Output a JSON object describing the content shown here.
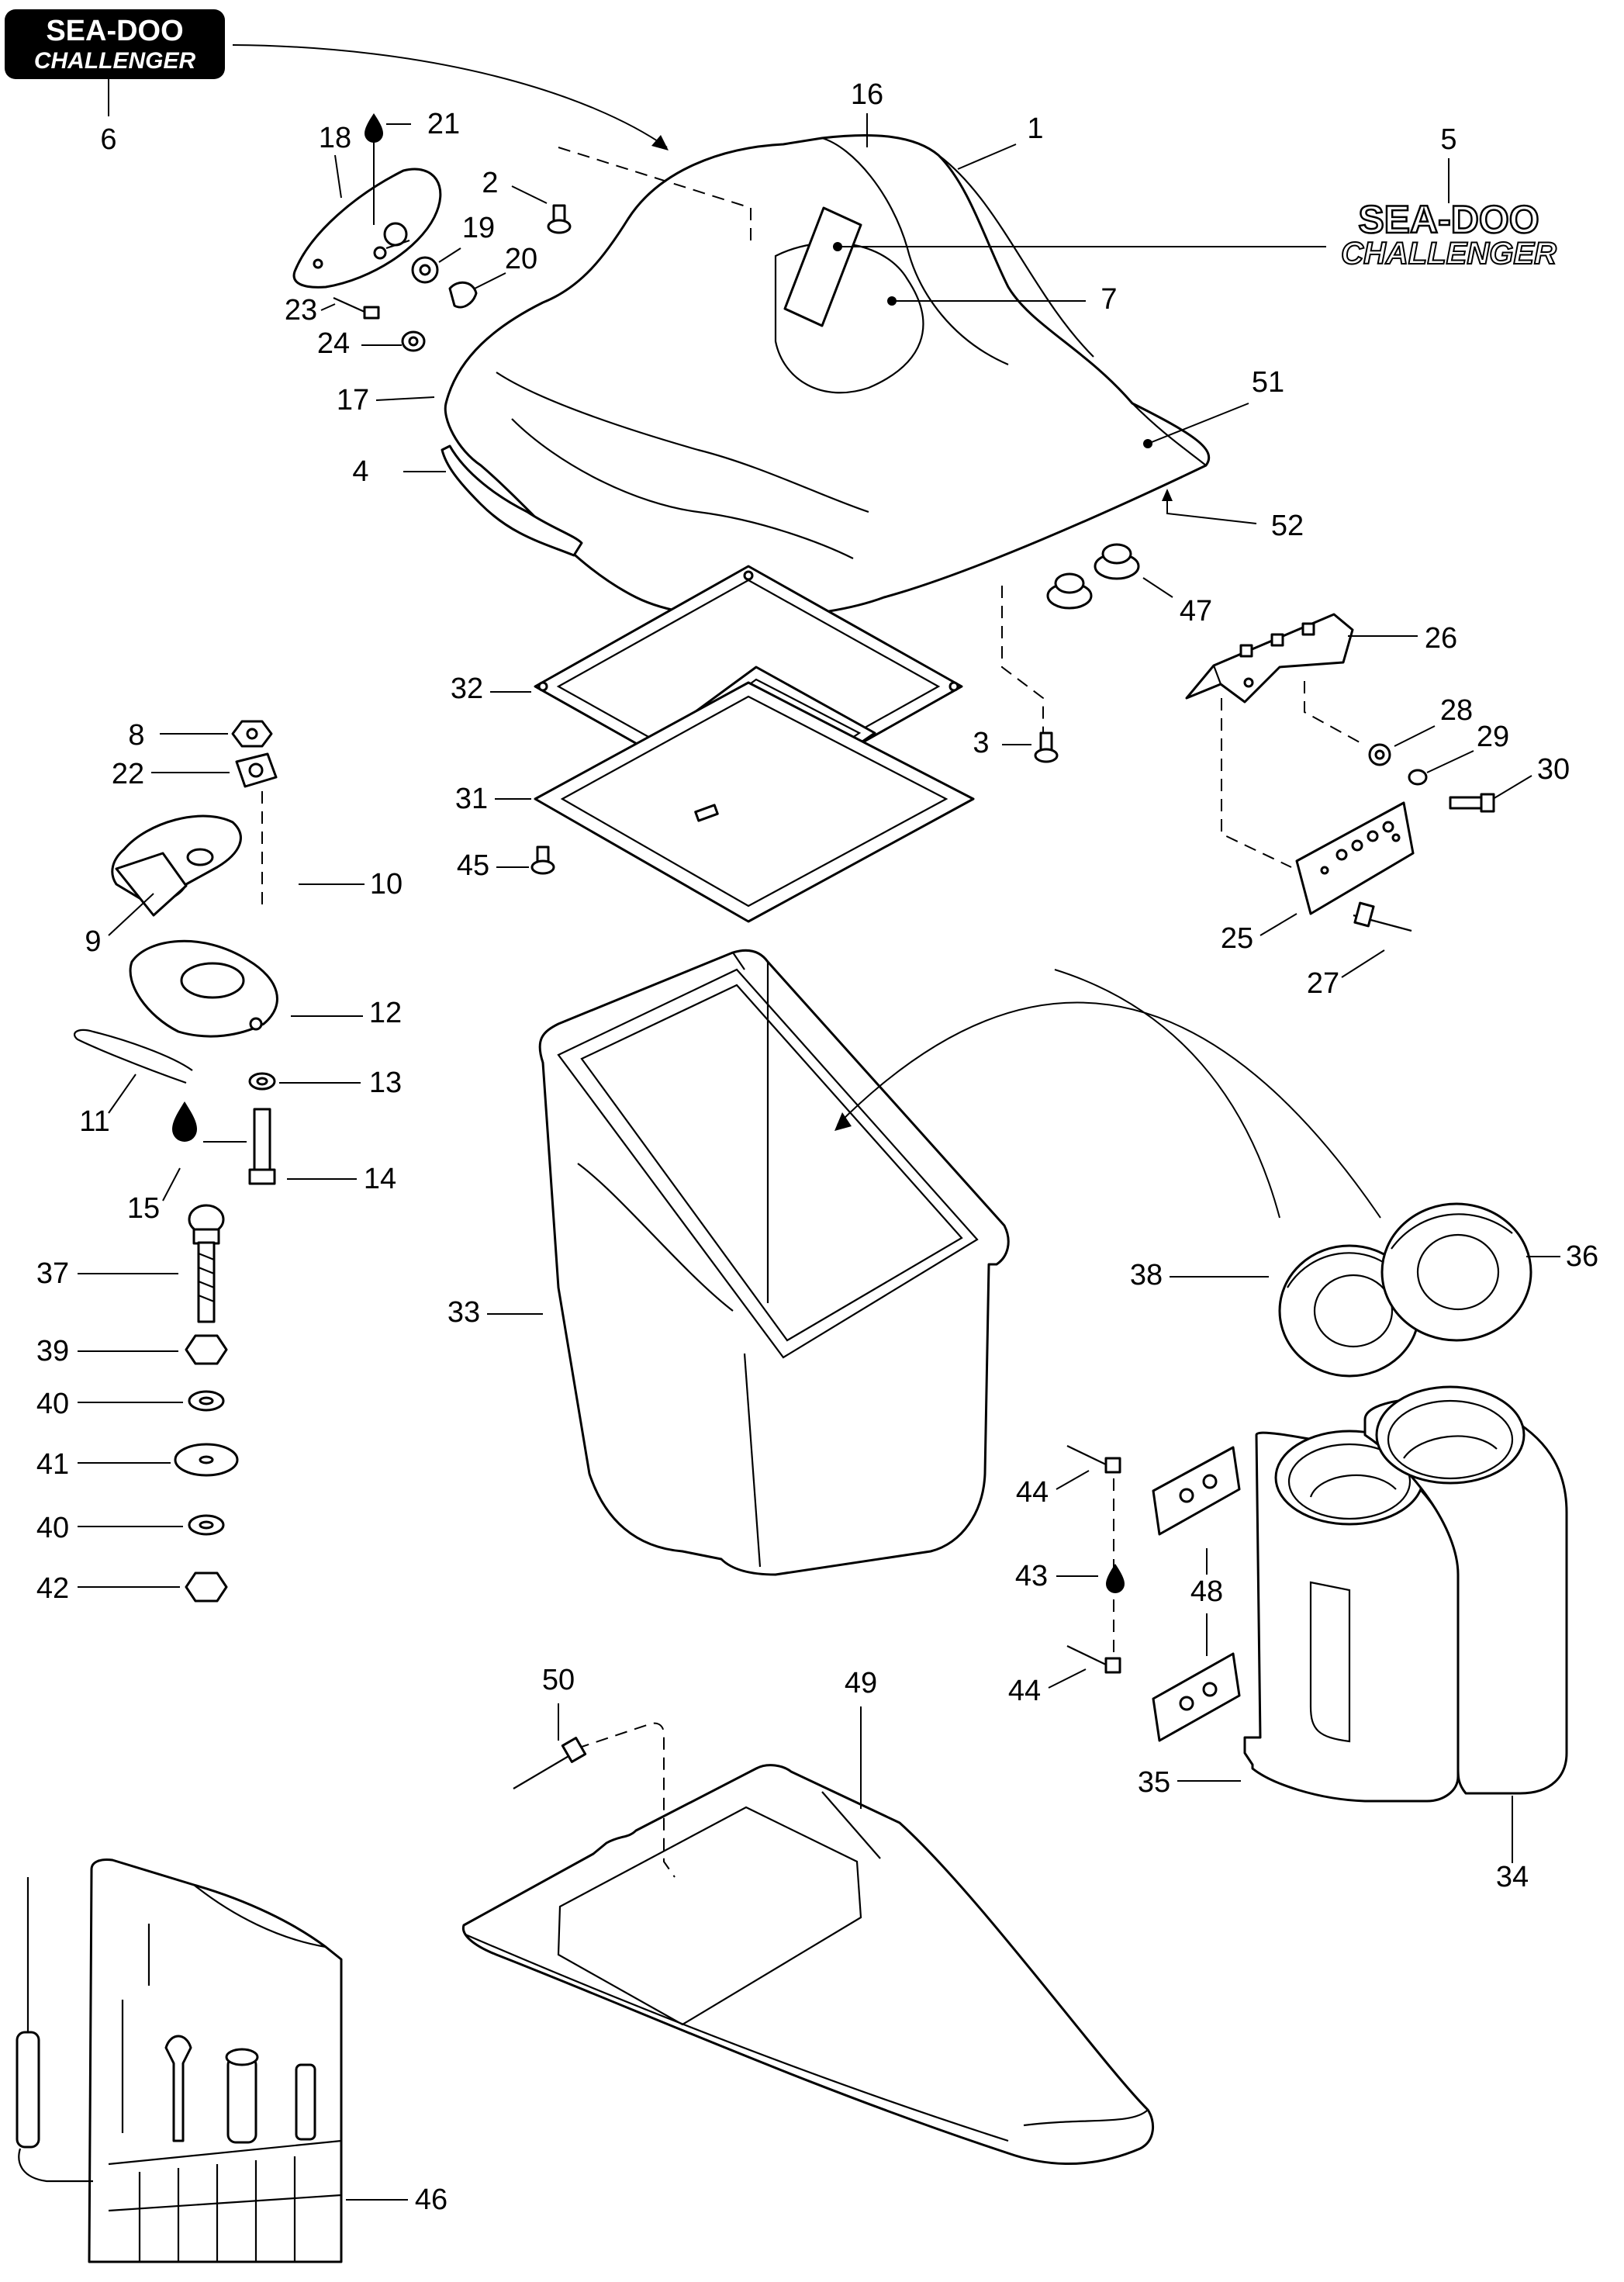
{
  "logo_topleft": {
    "line1": "SEA-DOO",
    "line2": "CHALLENGER"
  },
  "logo_decal": {
    "line1": "SEA-DOO",
    "line2": "CHALLENGER"
  },
  "labels": {
    "p1": "1",
    "p2": "2",
    "p3": "3",
    "p4": "4",
    "p5": "5",
    "p6": "6",
    "p7": "7",
    "p8": "8",
    "p9": "9",
    "p10": "10",
    "p11": "11",
    "p12": "12",
    "p13": "13",
    "p14": "14",
    "p15": "15",
    "p16": "16",
    "p17": "17",
    "p18": "18",
    "p19": "19",
    "p20": "20",
    "p21": "21",
    "p22": "22",
    "p23": "23",
    "p24": "24",
    "p25": "25",
    "p26": "26",
    "p27": "27",
    "p28": "28",
    "p29": "29",
    "p30": "30",
    "p31": "31",
    "p32": "32",
    "p33": "33",
    "p34": "34",
    "p35": "35",
    "p36": "36",
    "p37": "37",
    "p38": "38",
    "p39": "39",
    "p40a": "40",
    "p40b": "40",
    "p41": "41",
    "p42": "42",
    "p43": "43",
    "p44a": "44",
    "p44b": "44",
    "p45": "45",
    "p46": "46",
    "p47": "47",
    "p48": "48",
    "p49": "49",
    "p50": "50",
    "p51": "51",
    "p52": "52"
  },
  "colors": {
    "ink": "#000000",
    "paper": "#ffffff"
  }
}
